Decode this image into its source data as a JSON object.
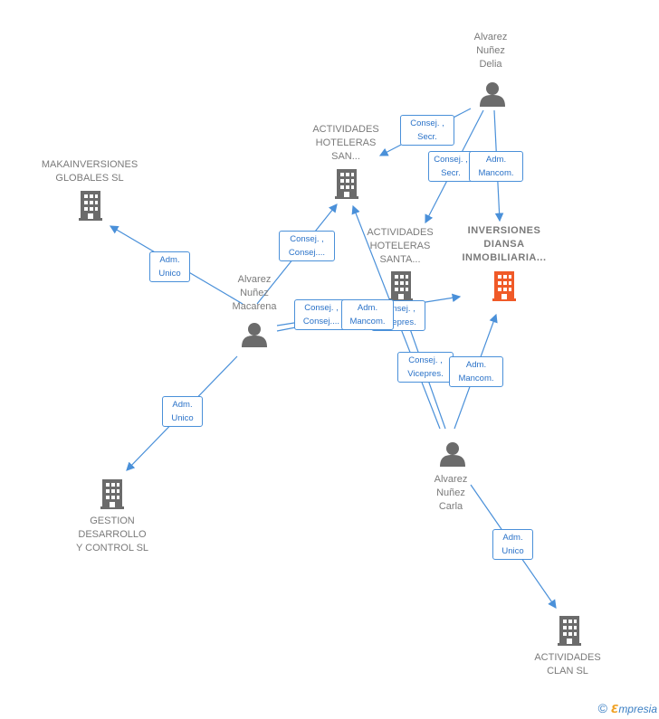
{
  "colors": {
    "edge": "#4a90d9",
    "node_icon": "#6b6b6b",
    "focus_icon": "#f05a28",
    "label": "#7a7a7a"
  },
  "nodes": {
    "delia": {
      "label": "Alvarez\nNuñez\nDelia",
      "icon": "person-icon"
    },
    "macarena": {
      "label": "Alvarez\nNuñez\nMacarena",
      "icon": "person-icon"
    },
    "carla": {
      "label": "Alvarez\nNuñez\nCarla",
      "icon": "person-icon"
    },
    "makainv": {
      "label": "MAKAINVERSIONES\nGLOBALES  SL",
      "icon": "building-icon"
    },
    "acthot_san": {
      "label": "ACTIVIDADES\nHOTELERAS\nSAN...",
      "icon": "building-icon"
    },
    "acthot_santa": {
      "label": "ACTIVIDADES\nHOTELERAS\nSANTA...",
      "icon": "building-icon"
    },
    "inversiones": {
      "label": "INVERSIONES\nDIANSA\nINMOBILIARIA...",
      "icon": "building-icon"
    },
    "gestion": {
      "label": "GESTION\nDESARROLLO\nY CONTROL SL",
      "icon": "building-icon"
    },
    "clan": {
      "label": "ACTIVIDADES\nCLAN  SL",
      "icon": "building-icon"
    }
  },
  "edge_labels": {
    "delia_san": "Consej. ,\nSecr.",
    "delia_santa": "Consej. ,\nSecr.",
    "delia_inv": "Adm.\nMancom.",
    "mac_makainv": "Adm.\nUnico",
    "mac_san": "Consej. ,\nConsej....",
    "mac_santa": "Consej. ,\nConsej....",
    "mac_inv": "Adm.\nMancom.",
    "carla_santa": "Consej. ,\nVicepres.",
    "carla_santa2": "Consej. ,\nVicepres.",
    "carla_inv": "Adm.\nMancom.",
    "mac_gestion": "Adm.\nUnico",
    "carla_clan": "Adm.\nUnico"
  },
  "footer": {
    "copyright": "©",
    "brand_e": "ℇ",
    "brand_rest": "mpresia"
  }
}
